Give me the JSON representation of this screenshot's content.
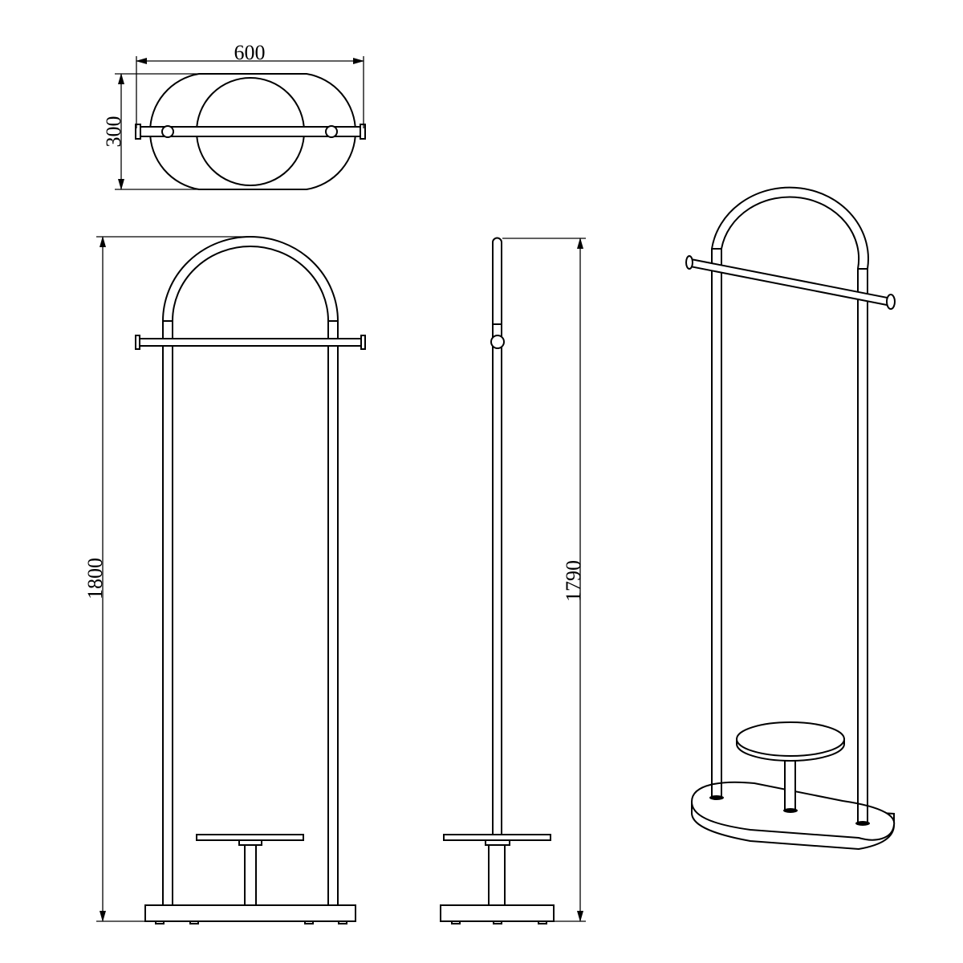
{
  "drawing": {
    "dimensions": {
      "top_width": "600",
      "top_depth": "300",
      "front_height": "1800",
      "side_height": "1790"
    }
  }
}
